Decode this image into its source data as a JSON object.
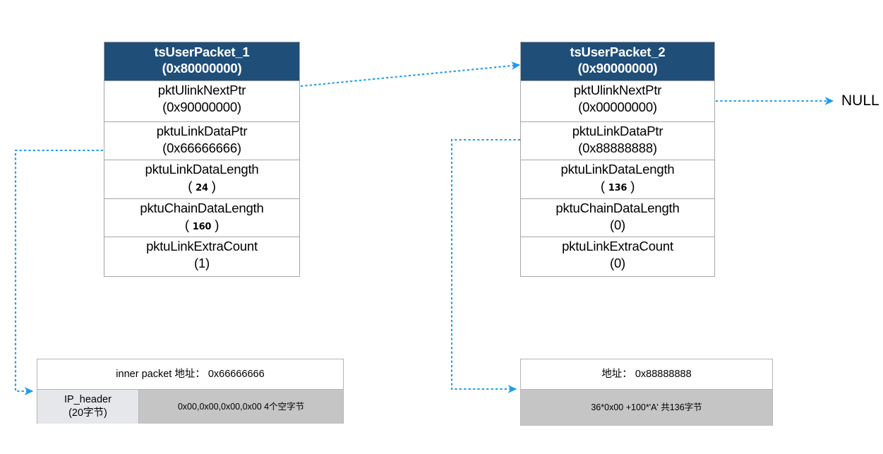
{
  "diagram": {
    "accent_color": "#1f9bf0",
    "header_color": "#1f4e79",
    "null_label": "NULL"
  },
  "packets": [
    {
      "id": "tsUserPacket_1",
      "title": "tsUserPacket_1",
      "address": "(0x80000000)",
      "fields": [
        {
          "name": "pktUlinkNextPtr",
          "value": "(0x90000000)",
          "emph": false
        },
        {
          "name": "pktuLinkDataPtr",
          "value": "(0x66666666)",
          "emph": false
        },
        {
          "name": "pktuLinkDataLength",
          "value_pre": "( ",
          "value_emph": "24",
          "value_post": " )",
          "emph": true
        },
        {
          "name": "pktuChainDataLength",
          "value_pre": "( ",
          "value_emph": "160",
          "value_post": "  )",
          "emph": true
        },
        {
          "name": "pktuLinkExtraCount",
          "value": "(1)",
          "emph": false
        }
      ]
    },
    {
      "id": "tsUserPacket_2",
      "title": "tsUserPacket_2",
      "address": "(0x90000000)",
      "fields": [
        {
          "name": "pktUlinkNextPtr",
          "value": "(0x00000000)",
          "emph": false
        },
        {
          "name": "pktuLinkDataPtr",
          "value": "(0x88888888)",
          "emph": false
        },
        {
          "name": "pktuLinkDataLength",
          "value_pre": "( ",
          "value_emph": "136",
          "value_post": " )",
          "emph": true
        },
        {
          "name": "pktuChainDataLength",
          "value": "(0)",
          "emph": false
        },
        {
          "name": "pktuLinkExtraCount",
          "value": "(0)",
          "emph": false
        }
      ]
    }
  ],
  "memory_blocks": [
    {
      "id": "buffer-0x66666666",
      "title": "inner packet 地址： 0x66666666",
      "segments": [
        {
          "label": "IP_header",
          "sublabel": "(20字节)",
          "kind": "header"
        },
        {
          "label": "0x00,0x00,0x00,0x00 4个空字节",
          "kind": "data"
        }
      ]
    },
    {
      "id": "buffer-0x88888888",
      "title": "地址： 0x88888888",
      "segments": [
        {
          "label": "36*0x00 +100*'A' 共136字节",
          "kind": "data"
        }
      ]
    }
  ]
}
